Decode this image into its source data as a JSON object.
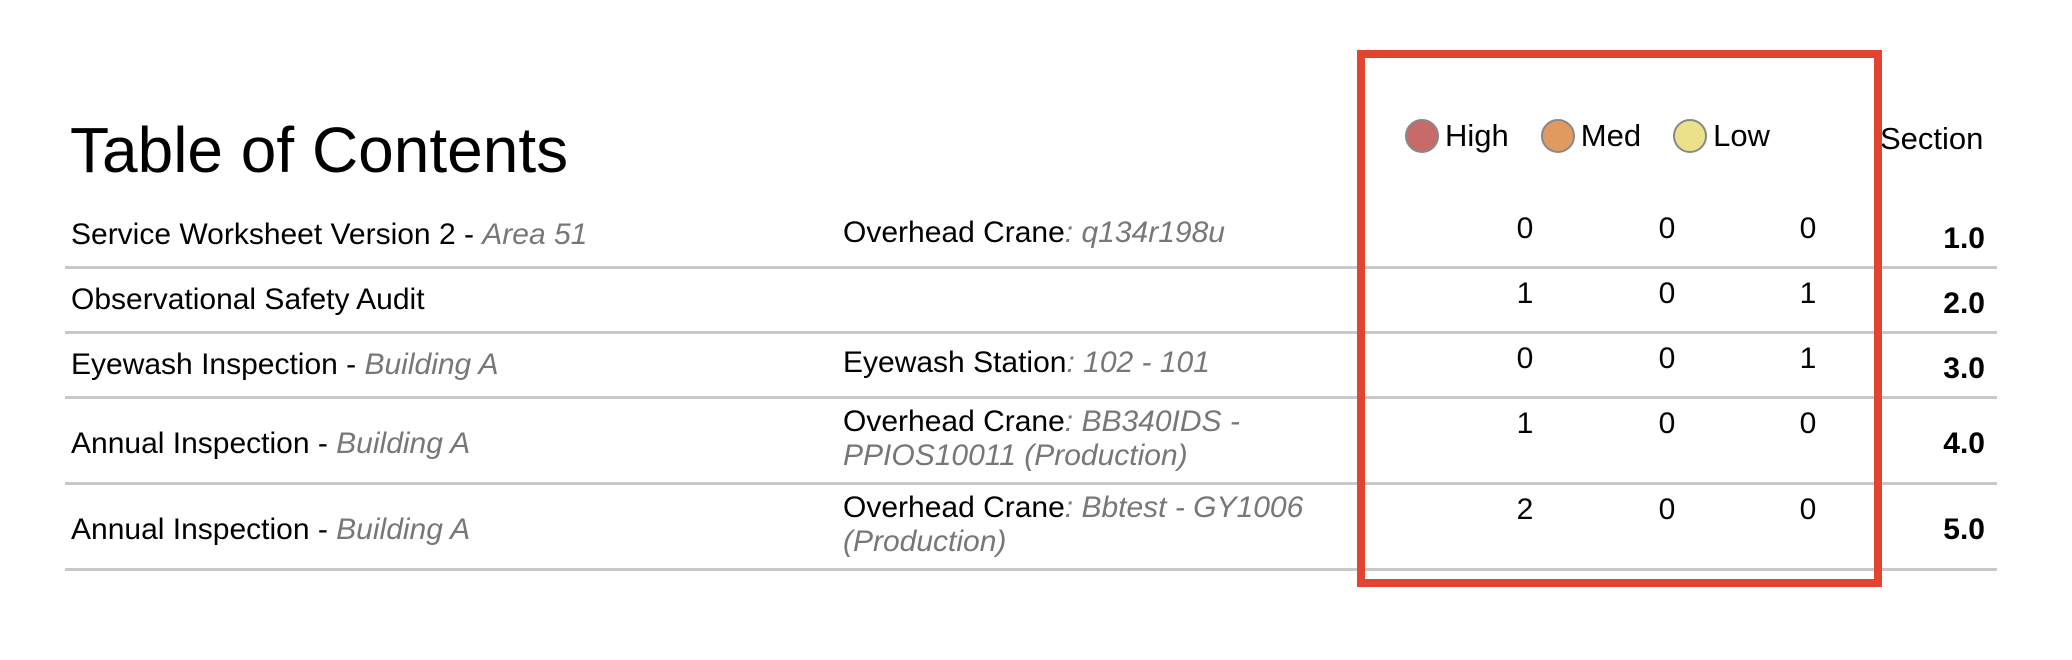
{
  "title": "Table of Contents",
  "legend": [
    {
      "label": "High",
      "color": "#c96a6a"
    },
    {
      "label": "Med",
      "color": "#e09a60"
    },
    {
      "label": "Low",
      "color": "#ece08a"
    }
  ],
  "section_header": "Section",
  "rows": [
    {
      "title": "Service Worksheet Version 2 - ",
      "title_sub": "Area 51",
      "asset": "Overhead Crane",
      "asset_sub": ": q134r198u",
      "high": "0",
      "med": "0",
      "low": "0",
      "section": "1.0"
    },
    {
      "title": "Observational Safety Audit",
      "title_sub": "",
      "asset": "",
      "asset_sub": "",
      "high": "1",
      "med": "0",
      "low": "1",
      "section": "2.0"
    },
    {
      "title": "Eyewash Inspection - ",
      "title_sub": "Building A",
      "asset": "Eyewash Station",
      "asset_sub": ": 102 - 101",
      "high": "0",
      "med": "0",
      "low": "1",
      "section": "3.0"
    },
    {
      "title": "Annual Inspection - ",
      "title_sub": "Building A",
      "asset": "Overhead Crane",
      "asset_sub": ": BB340IDS - PPIOS10011 (Production)",
      "high": "1",
      "med": "0",
      "low": "0",
      "section": "4.0"
    },
    {
      "title": "Annual Inspection - ",
      "title_sub": "Building A",
      "asset": "Overhead Crane",
      "asset_sub": ": Bbtest - GY1006 (Production)",
      "high": "2",
      "med": "0",
      "low": "0",
      "section": "5.0"
    }
  ]
}
